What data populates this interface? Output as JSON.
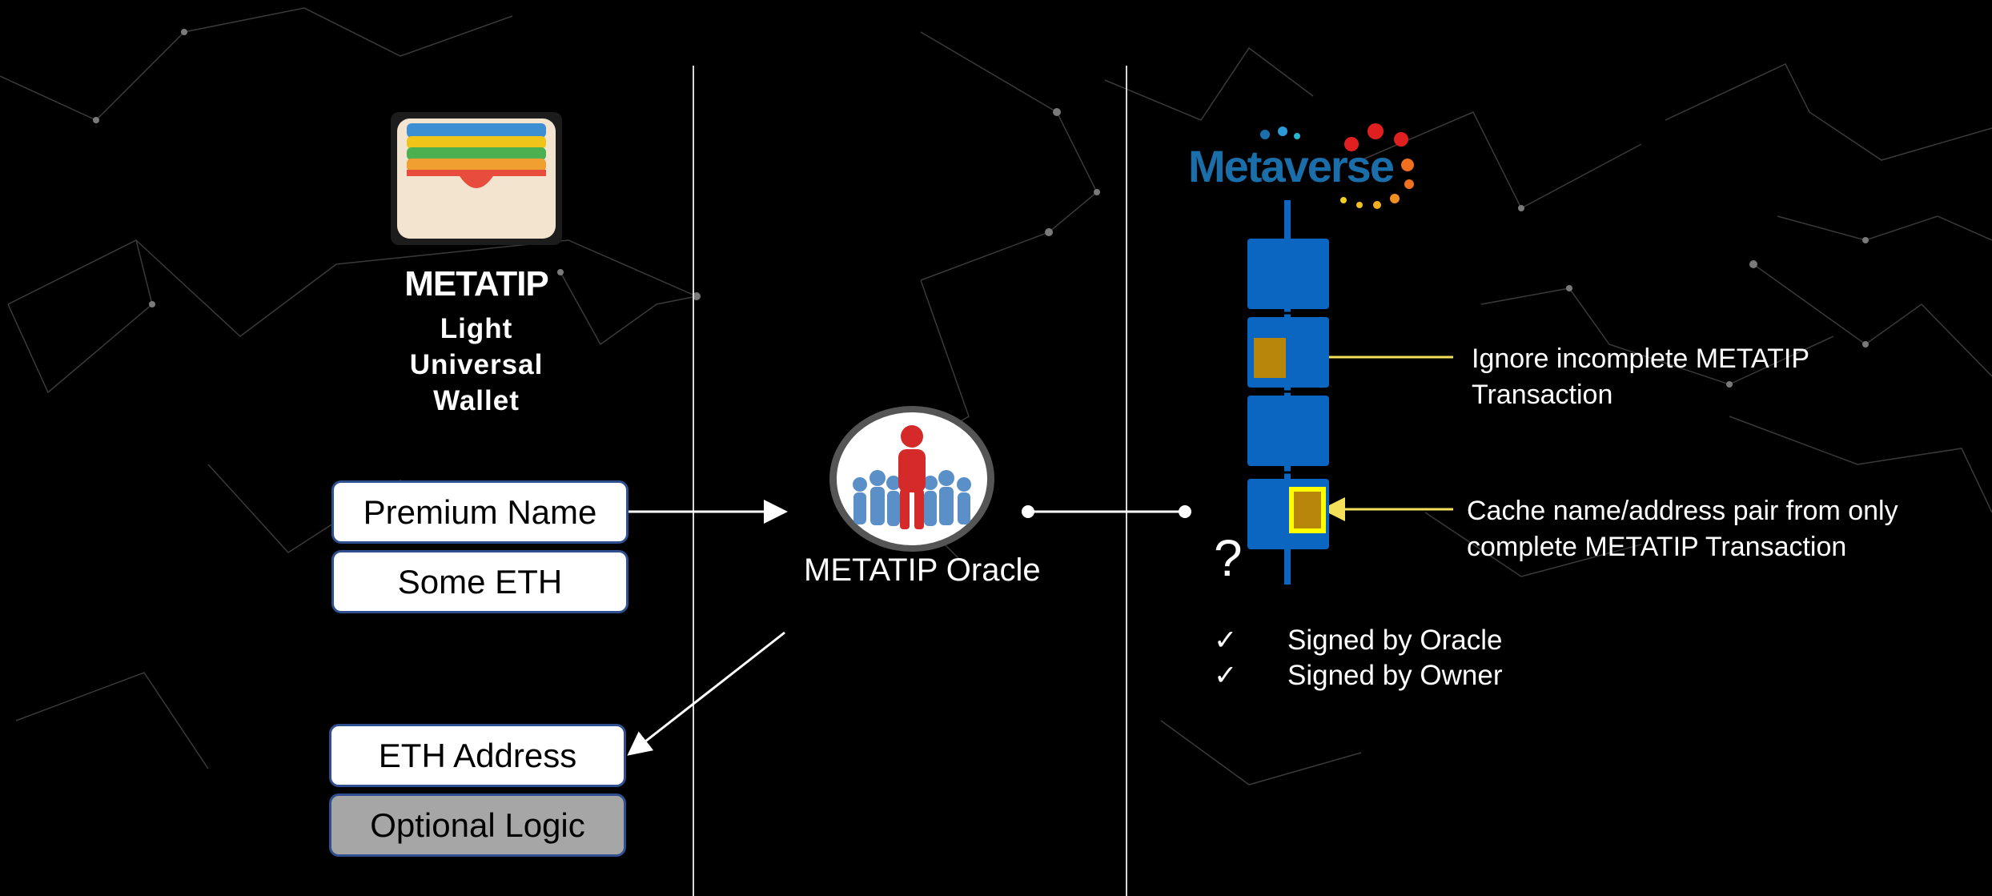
{
  "wallet": {
    "title": "METATIP",
    "subtitle_lines": [
      "Light",
      "Universal",
      "Wallet"
    ],
    "icon": "wallet-icon"
  },
  "inputs": {
    "premium_name": "Premium Name",
    "some_eth": "Some ETH"
  },
  "outputs": {
    "eth_address": "ETH Address",
    "optional_logic": "Optional Logic"
  },
  "oracle": {
    "label": "METATIP Oracle",
    "icon": "crowd-leader-icon"
  },
  "chain": {
    "brand": "Metaverse",
    "question": "?",
    "annotations": {
      "ignore": [
        "Ignore incomplete METATIP",
        "Transaction"
      ],
      "cache": [
        "Cache name/address pair from only",
        "complete METATIP Transaction"
      ]
    },
    "checks": [
      "Signed by Oracle",
      "Signed by Owner"
    ],
    "check_symbol": "✓"
  },
  "colors": {
    "background": "#000000",
    "chain_block": "#0b66c2",
    "gold_tx": "#b8860b",
    "highlight": "#ffff00",
    "box_border": "#2f4f8f"
  }
}
